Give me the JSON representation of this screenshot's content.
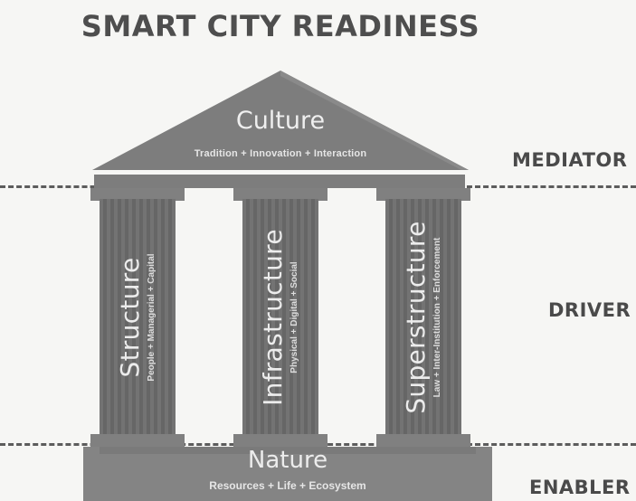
{
  "title": "SMART CITY READINESS",
  "layers": {
    "mediator": "MEDIATOR",
    "driver": "DRIVER",
    "enabler": "ENABLER"
  },
  "roof": {
    "title": "Culture",
    "subtitle": "Tradition + Innovation + Interaction"
  },
  "pillars": [
    {
      "title": "Structure",
      "subtitle": "People + Managerial + Capital"
    },
    {
      "title": "Infrastructure",
      "subtitle": "Physical + Digital + Social"
    },
    {
      "title": "Superstructure",
      "subtitle": "Law + Inter-Institution + Enforcement"
    }
  ],
  "base": {
    "title": "Nature",
    "subtitle": "Resources + Life + Ecosystem"
  },
  "colors": {
    "roof": "#7d7d7d",
    "pillar": "#6c6c6c",
    "base": "#848484",
    "label_text": "#4a4a4a"
  }
}
